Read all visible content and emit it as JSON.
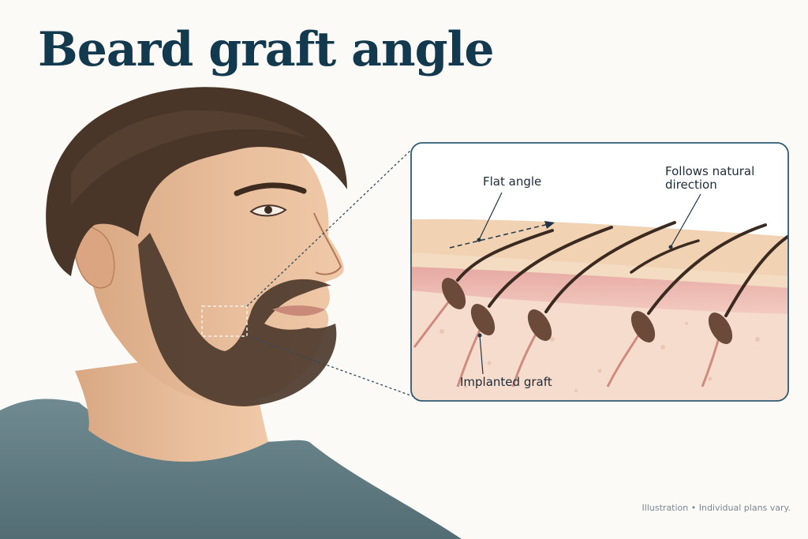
{
  "title": "Beard graft angle",
  "inset": {
    "labels": {
      "flat_angle": "Flat angle",
      "follows_natural_line1": "Follows natural",
      "follows_natural_line2": "direction",
      "implanted_graft": "Implanted graft"
    }
  },
  "footer": "Illustration • Individual plans vary.",
  "colors": {
    "title": "#13394f",
    "frame": "#2f5a72",
    "skin_surface": "#f1d2b3",
    "dermis": "#e7b3ab",
    "hair": "#3b2a20",
    "shirt": "#647f85"
  }
}
